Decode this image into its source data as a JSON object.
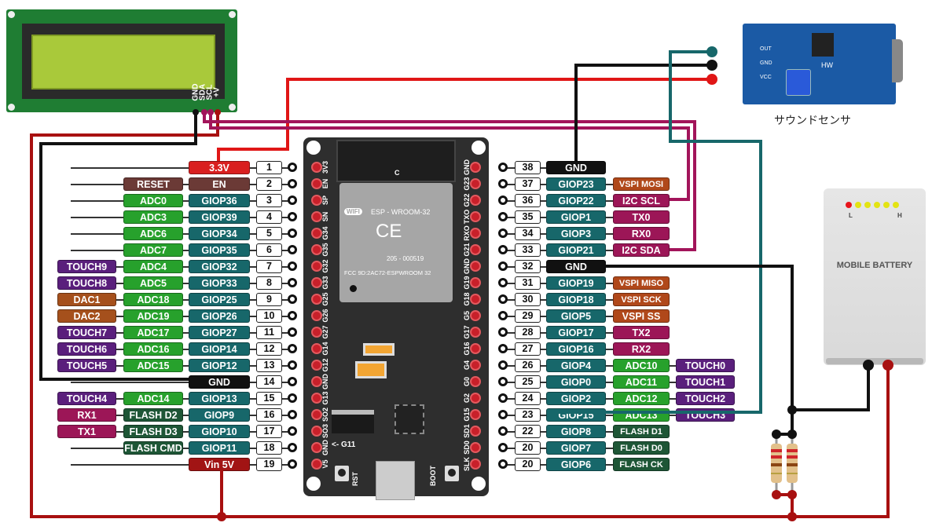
{
  "colors": {
    "teal": "#17676a",
    "green": "#27a12c",
    "purple": "#5a1f7c",
    "dac": "#a5501c",
    "uart": "#9c1657",
    "flash": "#1e5636",
    "gnd": "#111111",
    "v33": "#d91f1f",
    "vin": "#a11414",
    "en": "#6b3a36",
    "vspi": "#b0481a"
  },
  "lcd": {
    "pins": [
      "GND",
      "SDA",
      "SCL",
      "+V"
    ]
  },
  "sensor": {
    "caption": "サウンドセンサ",
    "pins": [
      "OUT",
      "GND",
      "VCC"
    ],
    "chip_label": "HW"
  },
  "battery": {
    "title": "MOBILE BATTERY",
    "low": "L",
    "high": "H",
    "level_leds": [
      "#e8141b",
      "#e3e313",
      "#e3e313",
      "#e3e313",
      "#e3e313",
      "#e3e313"
    ]
  },
  "board": {
    "module": "ESP - WROOM-32",
    "wifi": "WIFI",
    "ce": "CE",
    "cert": "205 - 000519",
    "fcc": "FCC 9D:2AC72-ESPWROOM 32",
    "c": "C",
    "rst": "RST",
    "boot": "BOOT",
    "g11": "<- G11",
    "left_silk": [
      "3V3",
      "EN",
      "SP",
      "SN",
      "G34",
      "G35",
      "G32",
      "G33",
      "G25",
      "G26",
      "G27",
      "G14",
      "G12",
      "GND",
      "G13",
      "SO2",
      "SO3",
      "GND",
      "V5"
    ],
    "right_silk": [
      "GND",
      "G23",
      "G22",
      "TXO",
      "RXO",
      "G21",
      "GND",
      "G19",
      "G18",
      "G5",
      "G17",
      "G16",
      "G4",
      "G0",
      "G2",
      "G15",
      "SD1",
      "SD0",
      "SLK"
    ]
  },
  "left_pins": [
    {
      "num": "1",
      "labels": [
        {
          "t": "3.3V",
          "k": "v33"
        }
      ]
    },
    {
      "num": "2",
      "labels": [
        {
          "t": "EN",
          "k": "en"
        },
        {
          "t": "RESET",
          "k": "en"
        }
      ]
    },
    {
      "num": "3",
      "labels": [
        {
          "t": "GIOP36",
          "k": "teal"
        },
        {
          "t": "ADC0",
          "k": "green"
        }
      ]
    },
    {
      "num": "4",
      "labels": [
        {
          "t": "GIOP39",
          "k": "teal"
        },
        {
          "t": "ADC3",
          "k": "green"
        }
      ]
    },
    {
      "num": "5",
      "labels": [
        {
          "t": "GIOP34",
          "k": "teal"
        },
        {
          "t": "ADC6",
          "k": "green"
        }
      ]
    },
    {
      "num": "6",
      "labels": [
        {
          "t": "GIOP35",
          "k": "teal"
        },
        {
          "t": "ADC7",
          "k": "green"
        }
      ]
    },
    {
      "num": "7",
      "labels": [
        {
          "t": "GIOP32",
          "k": "teal"
        },
        {
          "t": "ADC4",
          "k": "green"
        },
        {
          "t": "TOUCH9",
          "k": "purple"
        }
      ]
    },
    {
      "num": "8",
      "labels": [
        {
          "t": "GIOP33",
          "k": "teal"
        },
        {
          "t": "ADC5",
          "k": "green"
        },
        {
          "t": "TOUCH8",
          "k": "purple"
        }
      ]
    },
    {
      "num": "9",
      "labels": [
        {
          "t": "GIOP25",
          "k": "teal"
        },
        {
          "t": "ADC18",
          "k": "green"
        },
        {
          "t": "DAC1",
          "k": "dac"
        }
      ]
    },
    {
      "num": "10",
      "labels": [
        {
          "t": "GIOP26",
          "k": "teal"
        },
        {
          "t": "ADC19",
          "k": "green"
        },
        {
          "t": "DAC2",
          "k": "dac"
        }
      ]
    },
    {
      "num": "11",
      "labels": [
        {
          "t": "GIOP27",
          "k": "teal"
        },
        {
          "t": "ADC17",
          "k": "green"
        },
        {
          "t": "TOUCH7",
          "k": "purple"
        }
      ]
    },
    {
      "num": "12",
      "labels": [
        {
          "t": "GIOP14",
          "k": "teal"
        },
        {
          "t": "ADC16",
          "k": "green"
        },
        {
          "t": "TOUCH6",
          "k": "purple"
        }
      ]
    },
    {
      "num": "13",
      "labels": [
        {
          "t": "GIOP12",
          "k": "teal"
        },
        {
          "t": "ADC15",
          "k": "green"
        },
        {
          "t": "TOUCH5",
          "k": "purple"
        }
      ]
    },
    {
      "num": "14",
      "labels": [
        {
          "t": "GND",
          "k": "gnd"
        }
      ]
    },
    {
      "num": "15",
      "labels": [
        {
          "t": "GIOP13",
          "k": "teal"
        },
        {
          "t": "ADC14",
          "k": "green"
        },
        {
          "t": "TOUCH4",
          "k": "purple"
        }
      ]
    },
    {
      "num": "16",
      "labels": [
        {
          "t": "GIOP9",
          "k": "teal"
        },
        {
          "t": "FLASH D2",
          "k": "flash"
        },
        {
          "t": "RX1",
          "k": "uart"
        }
      ]
    },
    {
      "num": "17",
      "labels": [
        {
          "t": "GIOP10",
          "k": "teal"
        },
        {
          "t": "FLASH D3",
          "k": "flash"
        },
        {
          "t": "TX1",
          "k": "uart"
        }
      ]
    },
    {
      "num": "18",
      "labels": [
        {
          "t": "GIOP11",
          "k": "teal"
        },
        {
          "t": "FLASH CMD",
          "k": "flash"
        }
      ]
    },
    {
      "num": "19",
      "labels": [
        {
          "t": "Vin 5V",
          "k": "vin"
        }
      ]
    }
  ],
  "right_pins": [
    {
      "num": "38",
      "labels": [
        {
          "t": "GND",
          "k": "gnd"
        }
      ]
    },
    {
      "num": "37",
      "labels": [
        {
          "t": "GIOP23",
          "k": "teal"
        },
        {
          "t": "VSPI MOSI",
          "k": "vspi"
        }
      ]
    },
    {
      "num": "36",
      "labels": [
        {
          "t": "GIOP22",
          "k": "teal"
        },
        {
          "t": "I2C SCL",
          "k": "uart"
        }
      ]
    },
    {
      "num": "35",
      "labels": [
        {
          "t": "GIOP1",
          "k": "teal"
        },
        {
          "t": "TX0",
          "k": "uart"
        }
      ]
    },
    {
      "num": "34",
      "labels": [
        {
          "t": "GIOP3",
          "k": "teal"
        },
        {
          "t": "RX0",
          "k": "uart"
        }
      ]
    },
    {
      "num": "33",
      "labels": [
        {
          "t": "GIOP21",
          "k": "teal"
        },
        {
          "t": "I2C SDA",
          "k": "uart"
        }
      ]
    },
    {
      "num": "32",
      "labels": [
        {
          "t": "GND",
          "k": "gnd"
        }
      ]
    },
    {
      "num": "31",
      "labels": [
        {
          "t": "GIOP19",
          "k": "teal"
        },
        {
          "t": "VSPI MISO",
          "k": "vspi"
        }
      ]
    },
    {
      "num": "30",
      "labels": [
        {
          "t": "GIOP18",
          "k": "teal"
        },
        {
          "t": "VSPI SCK",
          "k": "vspi"
        }
      ]
    },
    {
      "num": "29",
      "labels": [
        {
          "t": "GIOP5",
          "k": "teal"
        },
        {
          "t": "VSPI SS",
          "k": "vspi"
        }
      ]
    },
    {
      "num": "28",
      "labels": [
        {
          "t": "GIOP17",
          "k": "teal"
        },
        {
          "t": "TX2",
          "k": "uart"
        }
      ]
    },
    {
      "num": "27",
      "labels": [
        {
          "t": "GIOP16",
          "k": "teal"
        },
        {
          "t": "RX2",
          "k": "uart"
        }
      ]
    },
    {
      "num": "26",
      "labels": [
        {
          "t": "GIOP4",
          "k": "teal"
        },
        {
          "t": "ADC10",
          "k": "green"
        },
        {
          "t": "TOUCH0",
          "k": "purple"
        }
      ]
    },
    {
      "num": "25",
      "labels": [
        {
          "t": "GIOP0",
          "k": "teal"
        },
        {
          "t": "ADC11",
          "k": "green"
        },
        {
          "t": "TOUCH1",
          "k": "purple"
        }
      ]
    },
    {
      "num": "24",
      "labels": [
        {
          "t": "GIOP2",
          "k": "teal"
        },
        {
          "t": "ADC12",
          "k": "green"
        },
        {
          "t": "TOUCH2",
          "k": "purple"
        }
      ]
    },
    {
      "num": "23",
      "labels": [
        {
          "t": "GIOP15",
          "k": "teal"
        },
        {
          "t": "ADC13",
          "k": "green"
        },
        {
          "t": "TOUCH3",
          "k": "purple"
        }
      ]
    },
    {
      "num": "22",
      "labels": [
        {
          "t": "GIOP8",
          "k": "teal"
        },
        {
          "t": "FLASH D1",
          "k": "flash"
        }
      ]
    },
    {
      "num": "20",
      "labels": [
        {
          "t": "GIOP7",
          "k": "teal"
        },
        {
          "t": "FLASH D0",
          "k": "flash"
        }
      ]
    },
    {
      "num": "20",
      "labels": [
        {
          "t": "GIOP6",
          "k": "teal"
        },
        {
          "t": "FLASH CK",
          "k": "flash"
        }
      ]
    }
  ]
}
